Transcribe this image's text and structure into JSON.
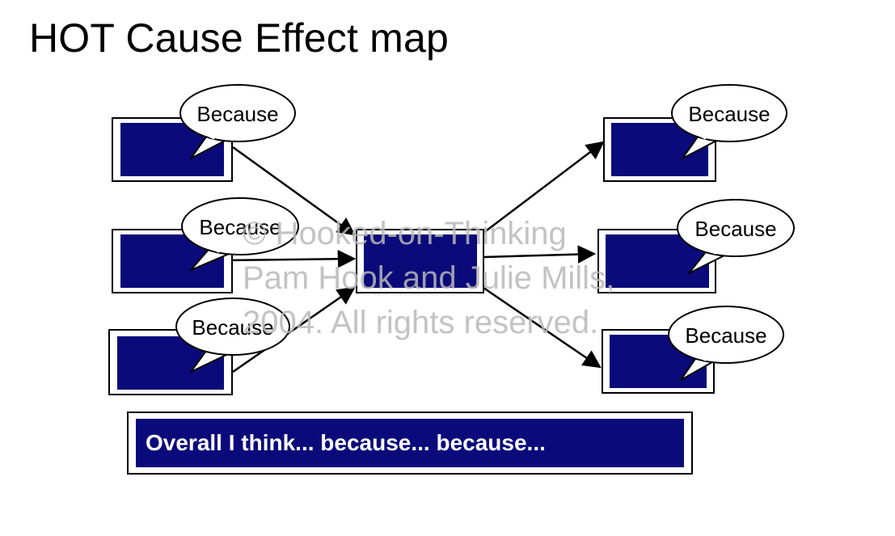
{
  "title": "HOT Cause Effect map",
  "bubble_label": "Because",
  "watermark": {
    "line1": "© Hooked-on-Thinking",
    "line2": "Pam Hook and Julie Mills,",
    "line3": "2004.  All rights reserved."
  },
  "summary": "Overall I think... because... because...",
  "colors": {
    "box_fill": "#0a0a7a",
    "frame": "#000000",
    "watermark": "#b8b8b8",
    "background": "#ffffff"
  }
}
